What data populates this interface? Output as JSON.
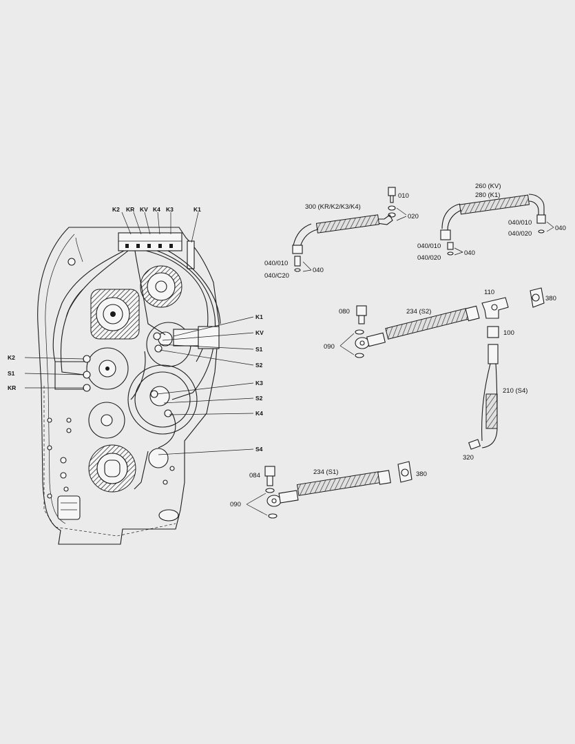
{
  "colors": {
    "background": "#ebebeb",
    "ink": "#1a1a1a"
  },
  "transmission": {
    "top_labels": [
      "K2",
      "KR",
      "KV",
      "K4",
      "K3",
      "K1"
    ],
    "right_labels": [
      "K1",
      "KV",
      "S1",
      "S2",
      "K3",
      "S2",
      "K4",
      "S4"
    ],
    "left_labels": [
      "K2",
      "S1",
      "KR"
    ]
  },
  "parts": {
    "p010": "010",
    "p020": "020",
    "p300": "300 (KR/K2/K3/K4)",
    "p040_010_a": "040/010",
    "p040_020_a": "040/C20",
    "p040_a": "040",
    "p260": "260 (KV)",
    "p280": "280 (K1)",
    "p040_010_b": "040/010",
    "p040_020_b": "040/020",
    "p040_b": "040",
    "p040_010_c": "040/010",
    "p040_020_c": "040/020",
    "p040_c": "040",
    "p080": "080",
    "p090_a": "090",
    "p234_s2": "234 (S2)",
    "p110": "110",
    "p380_a": "380",
    "p100": "100",
    "p210": "210 (S4)",
    "p320": "320",
    "p084": "084",
    "p234_s1": "234 (S1)",
    "p380_b": "380",
    "p090_b": "090"
  }
}
